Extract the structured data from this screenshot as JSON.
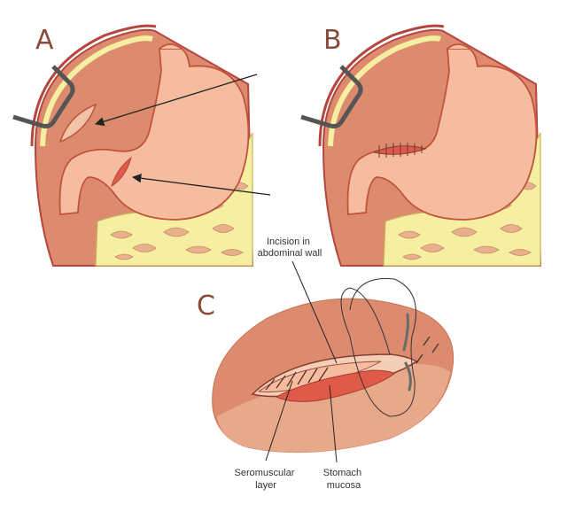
{
  "panels": {
    "a": {
      "letter": "A"
    },
    "b": {
      "letter": "B"
    },
    "c": {
      "letter": "C"
    }
  },
  "labels": {
    "incision": {
      "line1": "Incision in",
      "line2": "abdominal wall"
    },
    "seromuscular": {
      "line1": "Seromuscular",
      "line2": "layer"
    },
    "mucosa": {
      "line1": "Stomach",
      "line2": "mucosa"
    }
  },
  "colors": {
    "body_wall": "#dc8b6e",
    "body_wall_dark": "#c97458",
    "outer_rim": "#b5463e",
    "fat_layer": "#f6eea0",
    "stomach": "#f5bc9f",
    "stomach_outline": "#c1533c",
    "muscle": "#e9b08e",
    "incision_red": "#e05a4a",
    "retractor": "#555555"
  }
}
